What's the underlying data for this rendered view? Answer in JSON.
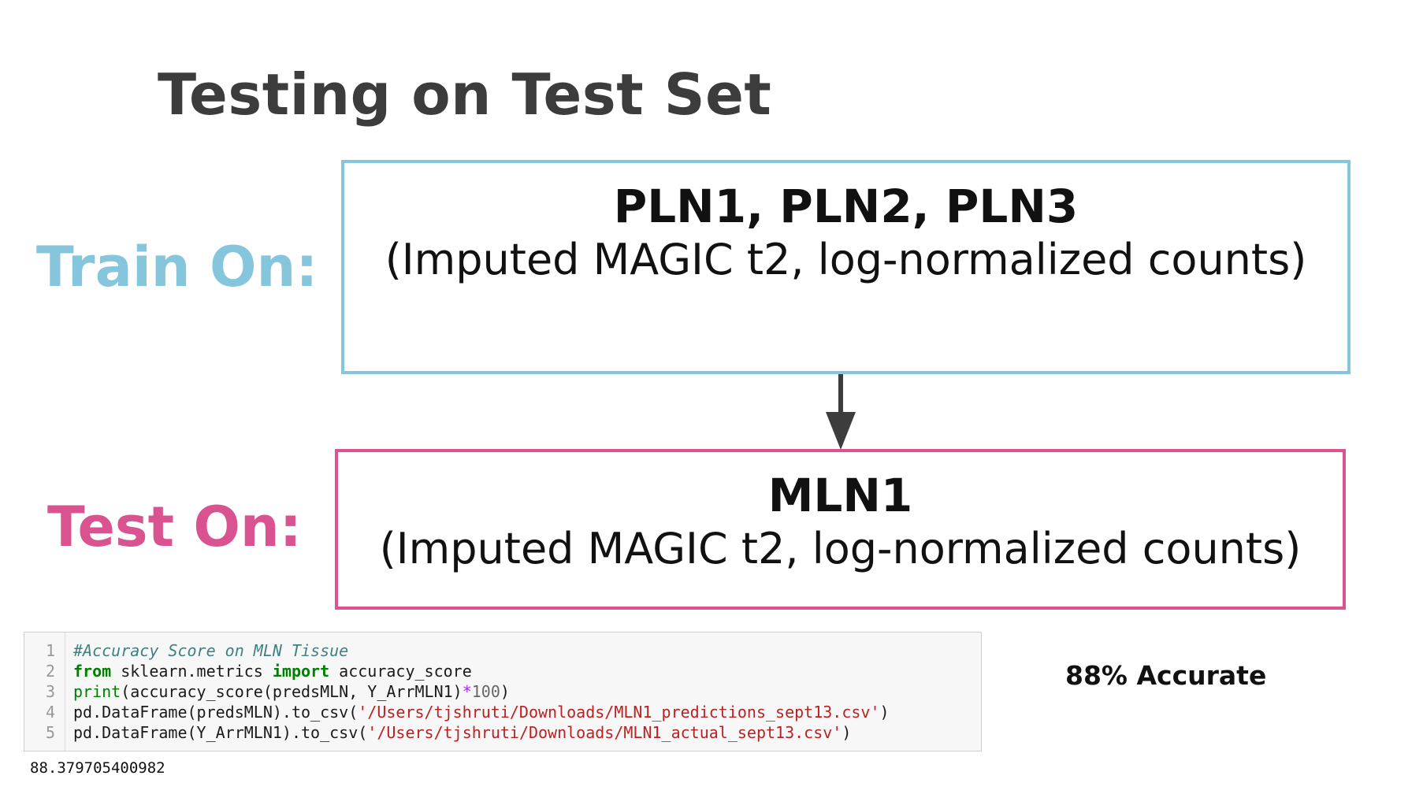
{
  "title": "Testing on Test Set",
  "colors": {
    "train_accent": "#86c6dc",
    "test_accent": "#d8538f",
    "arrow": "#3d3d3d",
    "title_text": "#3c3c3c"
  },
  "train": {
    "label": "Train On:",
    "heading": "PLN1, PLN2, PLN3",
    "subtitle": "(Imputed MAGIC t2, log-normalized counts)"
  },
  "test": {
    "label": "Test On:",
    "heading": "MLN1",
    "subtitle": "(Imputed MAGIC t2, log-normalized counts)"
  },
  "code": {
    "line_numbers": [
      "1",
      "2",
      "3",
      "4",
      "5"
    ],
    "line1": {
      "comment": "#Accuracy Score on MLN Tissue"
    },
    "line2": {
      "kw_from": "from",
      "module": " sklearn.metrics ",
      "kw_import": "import",
      "name": " accuracy_score"
    },
    "line3": {
      "builtin": "print",
      "expr": "(accuracy_score(predsMLN, Y_ArrMLN1)",
      "op": "*",
      "number": "100",
      "close": ")"
    },
    "line4": {
      "call": "pd.DataFrame(predsMLN).to_csv(",
      "string": "'/Users/tjshruti/Downloads/MLN1_predictions_sept13.csv'",
      "close": ")"
    },
    "line5": {
      "call": "pd.DataFrame(Y_ArrMLN1).to_csv(",
      "string": "'/Users/tjshruti/Downloads/MLN1_actual_sept13.csv'",
      "close": ")"
    },
    "output": "88.379705400982"
  },
  "result_note": "88% Accurate"
}
